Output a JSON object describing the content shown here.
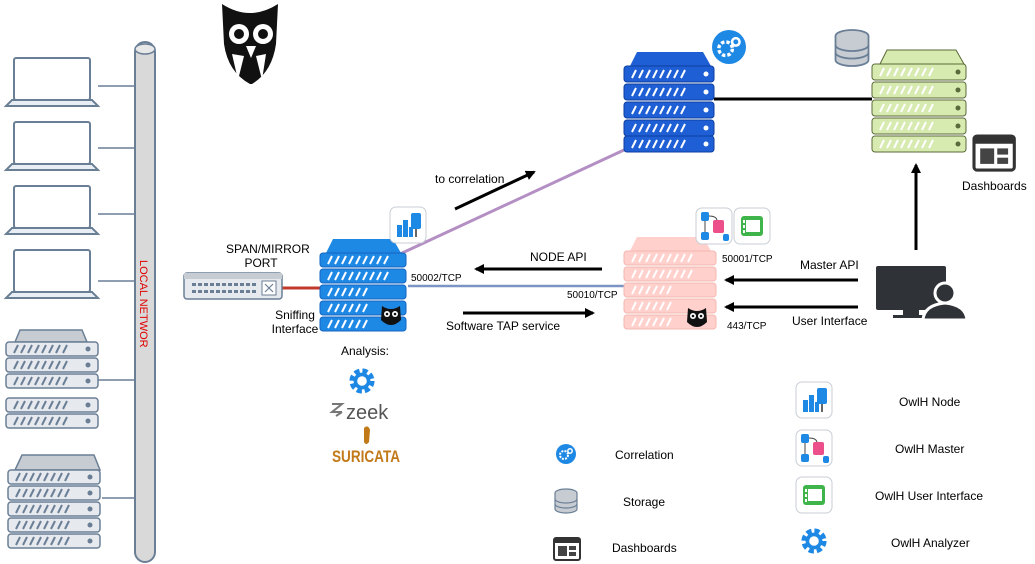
{
  "bus": {
    "label": "LOCAL NETWOR"
  },
  "span": {
    "line1": "SPAN/MIRROR",
    "line2": "PORT"
  },
  "sniff": {
    "line1": "Sniffing",
    "line2": "Interface"
  },
  "analysis": {
    "label": "Analysis:",
    "zeek": "zeek",
    "suricata": "SURICATA"
  },
  "links": {
    "to_correlation": "to correlation",
    "node_api": "NODE API",
    "port_50002": "50002/TCP",
    "port_50010": "50010/TCP",
    "software_tap": "Software TAP service",
    "port_50001": "50001/TCP",
    "port_443": "443/TCP",
    "master_api": "Master API",
    "user_interface": "User Interface",
    "dashboards": "Dashboards"
  },
  "legend": {
    "correlation": "Correlation",
    "storage": "Storage",
    "dashboards": "Dashboards",
    "owlh_node": "OwlH Node",
    "owlh_master": "OwlH Master",
    "owlh_ui": "OwlH User Interface",
    "owlh_analyzer": "OwlH Analyzer"
  },
  "colors": {
    "node_blue": "#1e88e5",
    "master_pink": "#ffd0cc",
    "correlation_blue": "#1f5fd6",
    "storage_green": "#d7eab0",
    "purple_link": "#b48fc4",
    "span_link": "#c0392b",
    "tap_link": "#7b94c4",
    "bus_label": "#e00000"
  }
}
